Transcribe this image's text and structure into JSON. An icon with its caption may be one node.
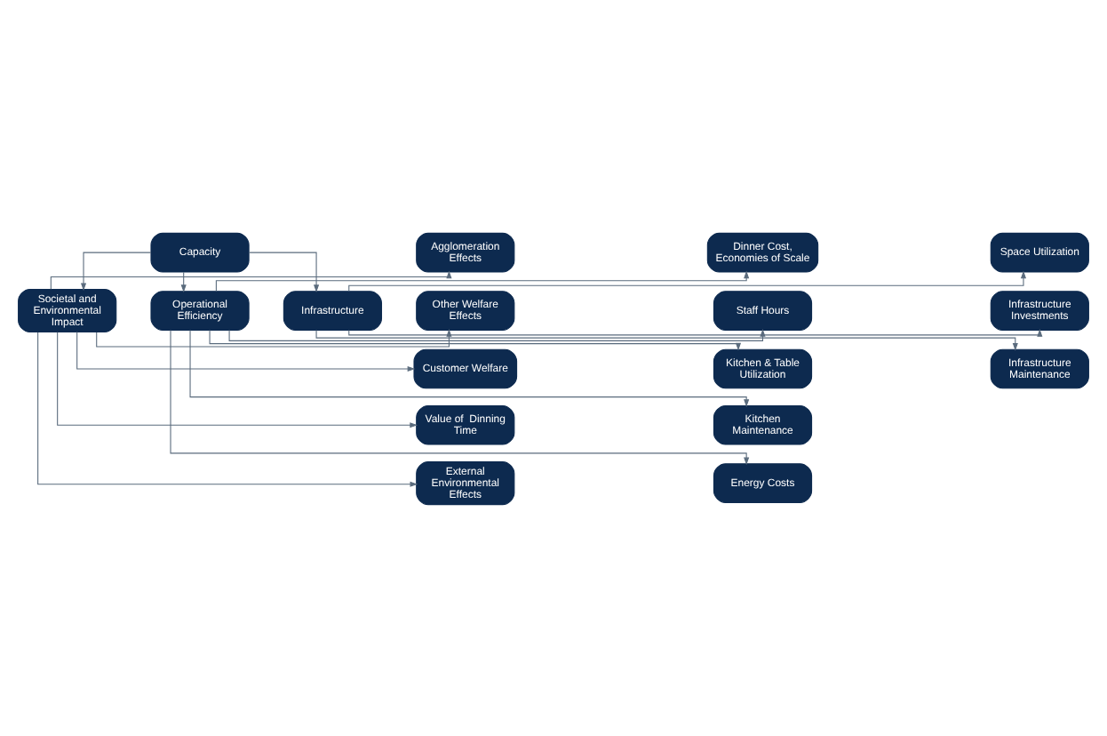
{
  "diagram": {
    "nodes": [
      {
        "text": [
          "Capacity"
        ]
      },
      {
        "text": [
          "Societal and Environmental Impact"
        ]
      },
      {
        "text": [
          "Operational Efficiency"
        ]
      },
      {
        "text": [
          "Infrastructure"
        ]
      },
      {
        "text": [
          "Agglomeration Effects"
        ]
      },
      {
        "text": [
          "Other Welfare Effects"
        ]
      },
      {
        "text": [
          "Customer Welfare"
        ]
      },
      {
        "text": [
          "Value of  Dinning Time"
        ]
      },
      {
        "text": [
          "External Environmental Effects"
        ]
      },
      {
        "text": [
          "Dinner Cost, Economies of Scale"
        ]
      },
      {
        "text": [
          "Staff Hours"
        ]
      },
      {
        "text": [
          "Kitchen & Table Utilization"
        ]
      },
      {
        "text": [
          "Kitchen Maintenance"
        ]
      },
      {
        "text": [
          "Energy Costs"
        ]
      },
      {
        "text": [
          "Space Utilization"
        ]
      },
      {
        "text": [
          "Infrastructure Investments"
        ]
      },
      {
        "text": [
          "Infrastructure Maintenance"
        ]
      }
    ],
    "edges": [
      {
        "from": 0,
        "to": 1,
        "arrow": "to"
      },
      {
        "from": 0,
        "to": 2,
        "arrow": "to"
      },
      {
        "from": 0,
        "to": 3,
        "arrow": "to"
      },
      {
        "from": 1,
        "to": 4,
        "arrow": "to"
      },
      {
        "from": 1,
        "to": 5,
        "arrow": "to"
      },
      {
        "from": 1,
        "to": 6,
        "arrow": "to"
      },
      {
        "from": 1,
        "to": 7,
        "arrow": "to"
      },
      {
        "from": 1,
        "to": 8,
        "arrow": "to"
      },
      {
        "from": 2,
        "to": 9,
        "arrow": "to"
      },
      {
        "from": 2,
        "to": 10,
        "arrow": "to"
      },
      {
        "from": 2,
        "to": 11,
        "arrow": "to"
      },
      {
        "from": 2,
        "to": 12,
        "arrow": "to"
      },
      {
        "from": 2,
        "to": 13,
        "arrow": "to"
      },
      {
        "from": 3,
        "to": 14,
        "arrow": "to"
      },
      {
        "from": 3,
        "to": 15,
        "arrow": "to"
      },
      {
        "from": 3,
        "to": 16,
        "arrow": "to"
      }
    ]
  }
}
